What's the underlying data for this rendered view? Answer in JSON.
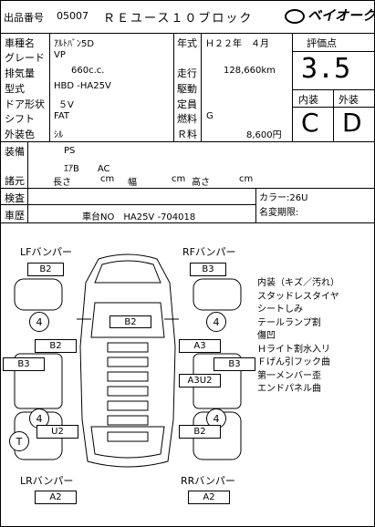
{
  "header": {
    "lot_label": "出品番号",
    "lot_no": "05007",
    "title": "ＲＥユース１０ブロック",
    "brand": "ベイオーク"
  },
  "spec": {
    "model_label": "車種名",
    "model": "ｱﾙﾄﾊﾞﾝ5D",
    "grade_label": "グレード",
    "grade": "VP",
    "disp_label": "排気量",
    "disp": "660c.c.",
    "type_label": "型式",
    "type": "HBD -HA25V",
    "door_label": "ドア形状",
    "door": "５V",
    "shift_label": "シフト",
    "shift": "FAT",
    "color_label": "外装色",
    "color": "ｼﾙ",
    "year_label": "年式",
    "year": "Ｈ２２年　４月",
    "mileage_label": "走行",
    "mileage": "128,660km",
    "drive_label": "駆動",
    "drive": "",
    "cap_label": "定員",
    "cap": "",
    "fuel_label": "燃料",
    "fuel": "G",
    "tax_label": "Ｒ料",
    "tax": "8,600円"
  },
  "score": {
    "label": "評価点",
    "value": "3.5",
    "int_label": "内装",
    "ext_label": "外装",
    "int": "C",
    "ext": "D"
  },
  "equip": {
    "label": "装備",
    "line1": "PS",
    "line2": "ｴｱB　　AC"
  },
  "dims": {
    "label": "諸元",
    "length": "長さ",
    "width": "幅",
    "height": "高さ",
    "unit": "cm"
  },
  "inspect_label": "検査",
  "history_label": "車歴",
  "chassis": "車台NO　HA25V -704018",
  "color_no": "カラー:26U",
  "meishou": "名変期限:",
  "diagram": {
    "lf": "LFバンパー",
    "rf": "RFバンパー",
    "lr": "LRバンパー",
    "rr": "RRバンパー",
    "lf_code": "B2",
    "rf_code": "B3",
    "roof_code": "B2",
    "l_front_door": "B2",
    "l_side": "B3",
    "r_front_door": "A3",
    "r_rear_door": "A3U2",
    "r_side": "B3",
    "l_rear": "U2",
    "r_rear": "B2",
    "lr_code": "A2",
    "rr_code": "A2",
    "tire": "4",
    "t_mark": "T"
  },
  "notes": [
    "内装（キズ／汚れ）",
    "スタッドレスタイヤ",
    "シートしみ",
    "テールランプ割",
    "傷凹",
    "Ｈライト割水入リ",
    "Ｆげん引フック曲",
    "第一メンバー歪",
    "エンドパネル曲"
  ]
}
